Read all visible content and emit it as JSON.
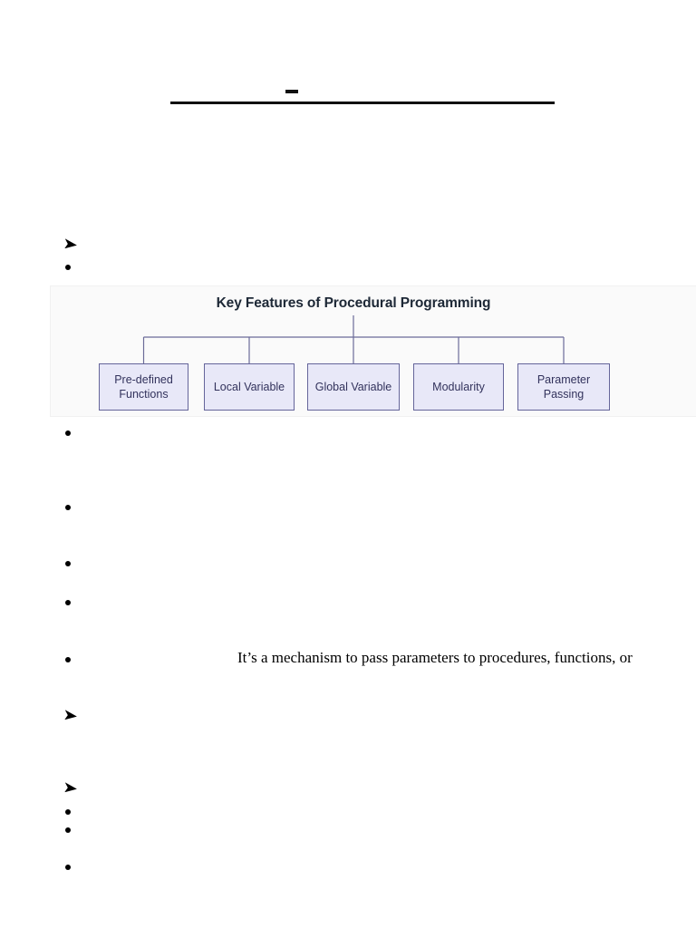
{
  "page": {
    "heading": {
      "dash": "–"
    },
    "bullet_rows": [
      {
        "marker": "arrow",
        "text": ""
      },
      {
        "marker": "dot",
        "text": ""
      },
      {
        "marker": "dot",
        "text": ""
      },
      {
        "marker": "dot",
        "text": ""
      },
      {
        "marker": "dot",
        "text": ""
      },
      {
        "marker": "dot",
        "text": ""
      },
      {
        "marker": "dot",
        "text": "It’s a mechanism to pass parameters to procedures, functions, or"
      },
      {
        "marker": "arrow",
        "text": ""
      },
      {
        "marker": "arrow",
        "text": ""
      },
      {
        "marker": "dot",
        "text": ""
      },
      {
        "marker": "dot",
        "text": ""
      },
      {
        "marker": "dot",
        "text": ""
      }
    ]
  },
  "diagram": {
    "title": "Key Features of Procedural Programming",
    "boxes": [
      {
        "label": "Pre-defined Functions"
      },
      {
        "label": "Local Variable"
      },
      {
        "label": "Global Variable"
      },
      {
        "label": "Modularity"
      },
      {
        "label": "Parameter Passing"
      }
    ],
    "colors": {
      "background": "#fafafa",
      "box_fill": "#e8e8f8",
      "box_border": "#65659a",
      "box_text": "#32325c",
      "line": "#6b6b99",
      "title_text": "#1d2836"
    }
  }
}
